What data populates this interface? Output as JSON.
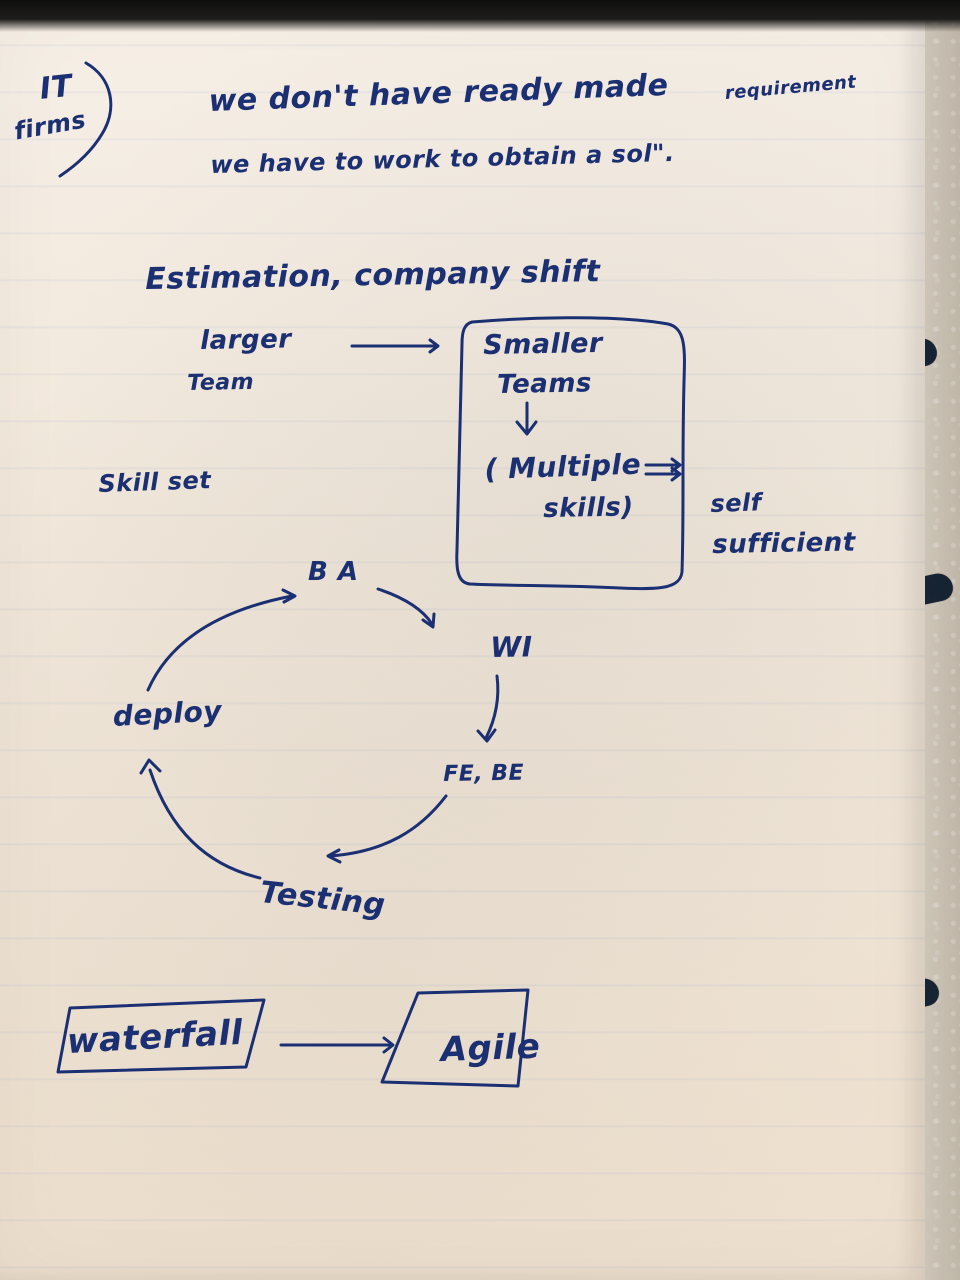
{
  "header": {
    "it": "IT",
    "firms": "firms",
    "line1": "we don't have ready made",
    "requirement": "requirement",
    "line2": "we have to work to obtain a sol\"."
  },
  "middle": {
    "estimation": "Estimation, company shift",
    "larger": "larger",
    "team": "Team",
    "smaller": "Smaller",
    "teams": "Teams",
    "skillset": "Skill set",
    "multiple": "( Multiple",
    "skills": "skills)",
    "self": "self",
    "sufficient": "sufficient"
  },
  "cycle": {
    "ba": "B A",
    "wi": "WI",
    "febe": "FE, BE",
    "deploy": "deploy",
    "testing": "Testing"
  },
  "bottom": {
    "waterfall": "waterfall",
    "agile": "Agile"
  },
  "colors": {
    "ink": "#1b2f73",
    "paper": "#f1e7da"
  },
  "icons": {
    "arrow": "arrow-icon"
  }
}
